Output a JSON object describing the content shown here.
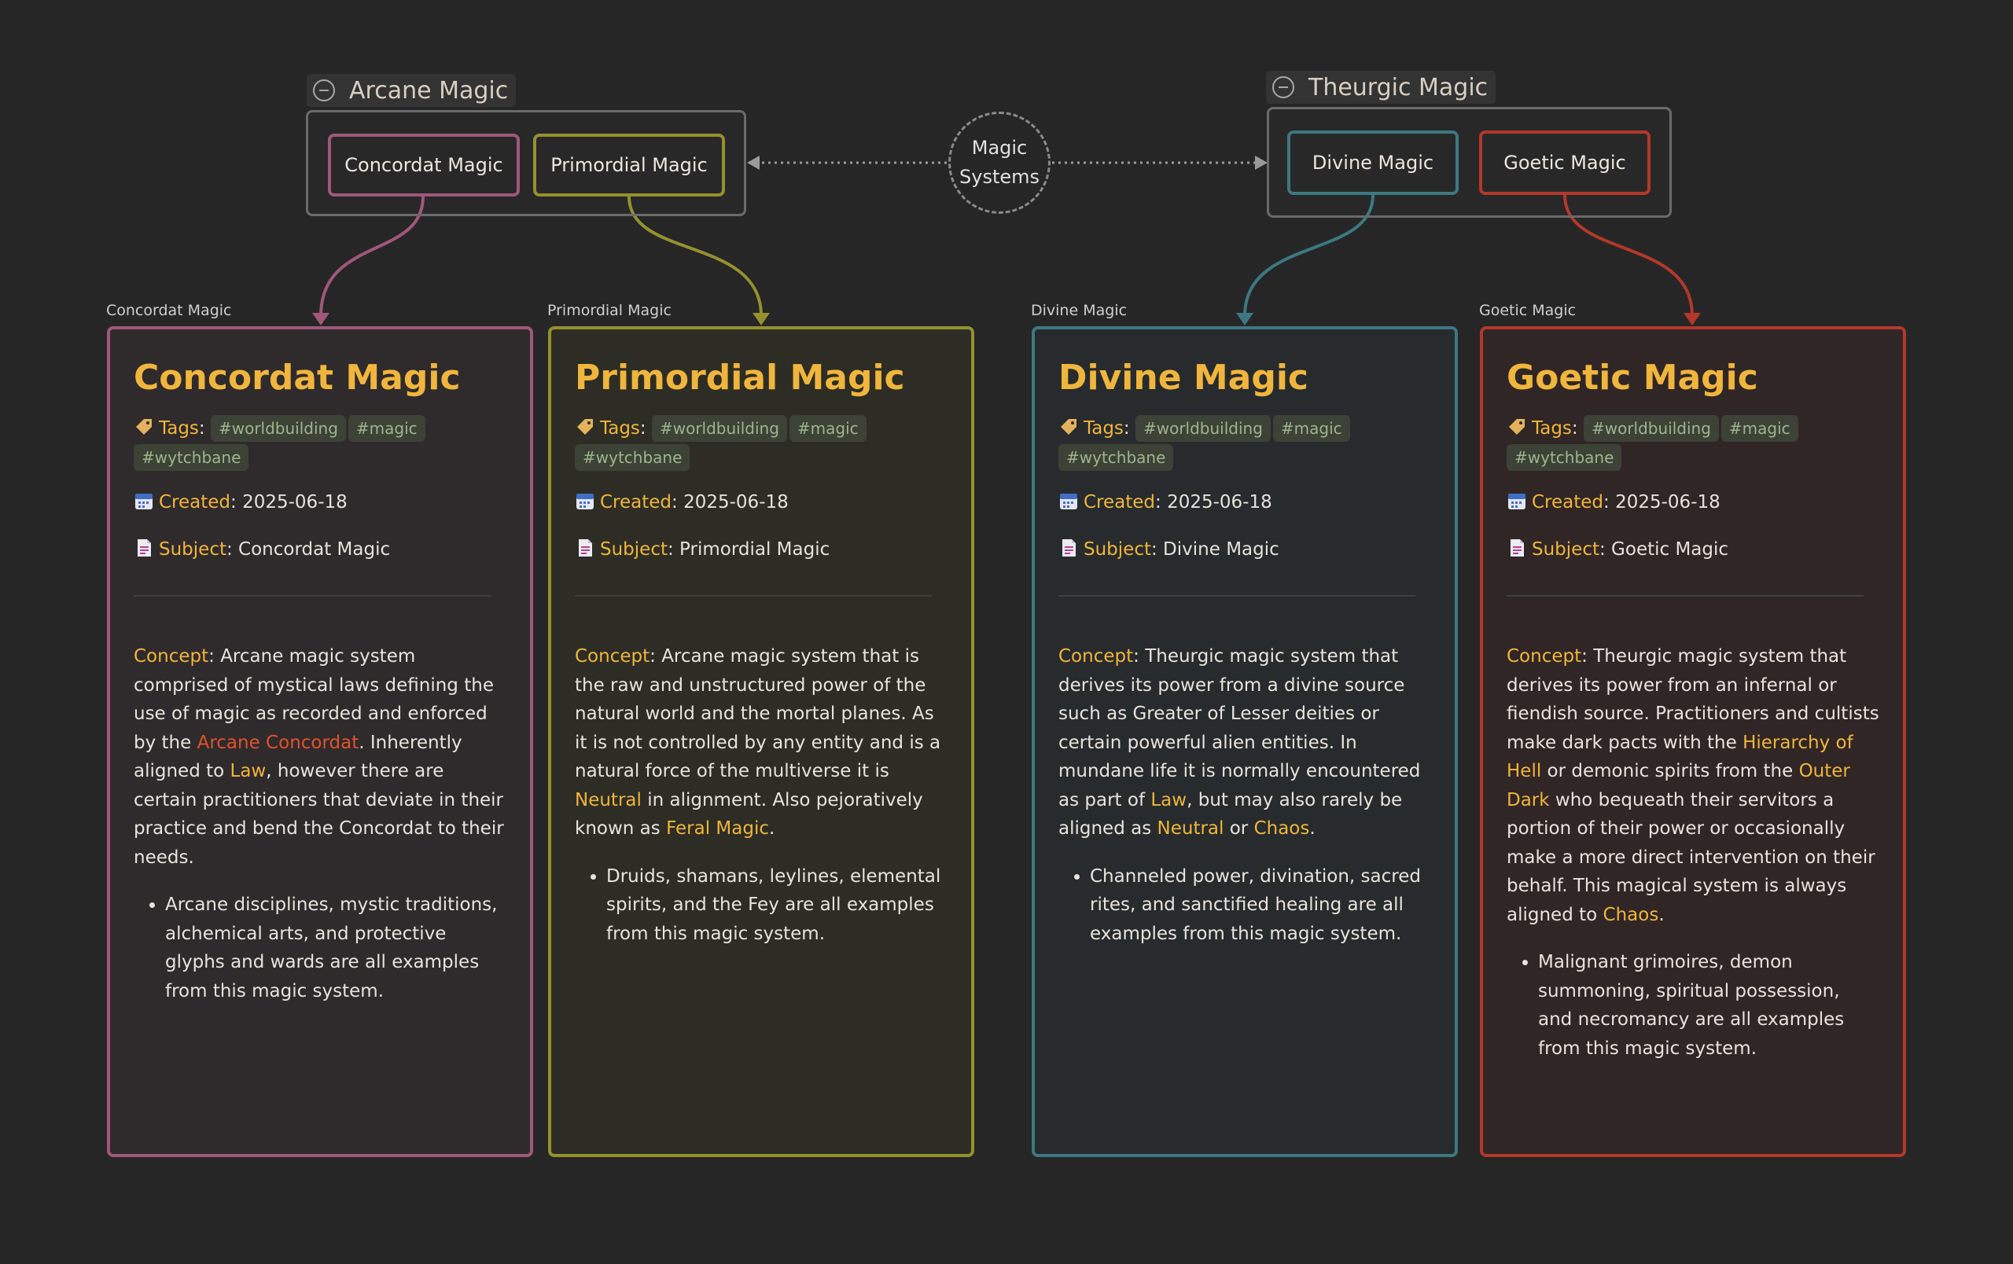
{
  "groups": {
    "arcane": {
      "label": "Arcane Magic"
    },
    "theurgic": {
      "label": "Theurgic Magic"
    }
  },
  "hub": {
    "line1": "Magic",
    "line2": "Systems"
  },
  "nodes": {
    "concordat": "Concordat Magic",
    "primordial": "Primordial Magic",
    "divine": "Divine Magic",
    "goetic": "Goetic Magic"
  },
  "colors": {
    "concordat": "#a0577a",
    "primordial": "#94912e",
    "divine": "#3d7882",
    "goetic": "#b3382a",
    "accent": "#f0b53c",
    "link": "#e0522c"
  },
  "meta_labels": {
    "tags": "Tags",
    "created": "Created",
    "subject": "Subject",
    "concept": "Concept"
  },
  "icons": {
    "tags": "tag-icon",
    "created": "calendar-icon",
    "subject": "document-icon"
  },
  "cards": {
    "concordat": {
      "caption": "Concordat Magic",
      "title": "Concordat Magic",
      "tags": [
        "#worldbuilding",
        "#magic",
        "#wytchbane"
      ],
      "created": "2025-06-18",
      "subject": "Concordat Magic",
      "concept": {
        "t1": "Arcane magic system comprised of mystical laws defining the use of magic as recorded and enforced by the ",
        "l1": "Arcane Concordat",
        "t2": ". Inherently aligned to ",
        "l2": "Law",
        "t3": ", however there are certain practitioners that deviate in their practice and bend the Concordat to their needs."
      },
      "bullet": "Arcane disciplines, mystic traditions, alchemical arts, and protective glyphs and wards are all examples from this magic system."
    },
    "primordial": {
      "caption": "Primordial Magic",
      "title": "Primordial Magic",
      "tags": [
        "#worldbuilding",
        "#magic",
        "#wytchbane"
      ],
      "created": "2025-06-18",
      "subject": "Primordial Magic",
      "concept": {
        "t1": "Arcane magic system that is the raw and unstructured power of the natural world and the mortal planes. As it is not controlled by any entity and is a natural force of the multiverse it is ",
        "l1": "Neutral",
        "t2": " in alignment. Also pejoratively known as ",
        "l2": "Feral Magic",
        "t3": "."
      },
      "bullet": "Druids, shamans, leylines, elemental spirits, and the Fey are all examples from this magic system."
    },
    "divine": {
      "caption": "Divine Magic",
      "title": "Divine Magic",
      "tags": [
        "#worldbuilding",
        "#magic",
        "#wytchbane"
      ],
      "created": "2025-06-18",
      "subject": "Divine Magic",
      "concept": {
        "t1": "Theurgic magic system that derives its power from a divine source such as Greater of Lesser deities or certain powerful alien entities. In mundane life it is normally encountered as part of ",
        "l1": "Law",
        "t2": ", but may also rarely be aligned as ",
        "l2": "Neutral",
        "t3": " or ",
        "l3": "Chaos",
        "t4": "."
      },
      "bullet": "Channeled power, divination, sacred rites, and sanctified healing are all examples from this magic system."
    },
    "goetic": {
      "caption": "Goetic Magic",
      "title": "Goetic Magic",
      "tags": [
        "#worldbuilding",
        "#magic",
        "#wytchbane"
      ],
      "created": "2025-06-18",
      "subject": "Goetic Magic",
      "concept": {
        "t1": "Theurgic magic system that derives its power from an infernal or fiendish source. Practitioners and cultists make dark pacts with the ",
        "l1": "Hierarchy of Hell",
        "t2": " or demonic spirits from the ",
        "l2": "Outer Dark",
        "t3": " who bequeath their servitors a portion of their power or occasionally make a more direct intervention on their behalf. This magical system is always aligned to ",
        "l3": "Chaos",
        "t4": "."
      },
      "bullet": "Malignant grimoires, demon summoning, spiritual possession, and necromancy are all examples from this magic system."
    }
  }
}
